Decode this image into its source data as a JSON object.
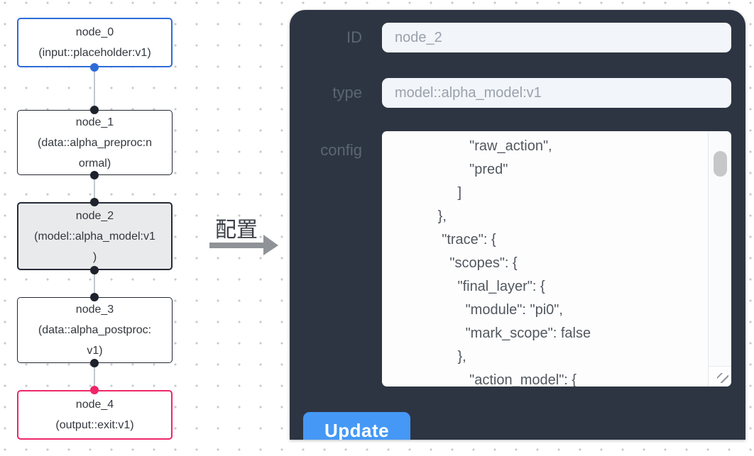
{
  "flow": {
    "nodes": [
      {
        "title": "node_0",
        "subtitle": "(input::placeholder:v1)",
        "role": "input"
      },
      {
        "title": "node_1",
        "subtitle": "(data::alpha_preproc:n\normal)",
        "role": "data"
      },
      {
        "title": "node_2",
        "subtitle": "(model::alpha_model:v1\n)",
        "role": "model-selected"
      },
      {
        "title": "node_3",
        "subtitle": "(data::alpha_postproc:\nv1)",
        "role": "data"
      },
      {
        "title": "node_4",
        "subtitle": "(output::exit:v1)",
        "role": "output"
      }
    ]
  },
  "transition": {
    "label": "配置"
  },
  "panel": {
    "id_label": "ID",
    "id_value": "node_2",
    "type_label": "type",
    "type_value": "model::alpha_model:v1",
    "config_label": "config",
    "config_text": "                    \"raw_action\",\n                    \"pred\"\n                 ]\n            },\n             \"trace\": {\n               \"scopes\": {\n                 \"final_layer\": {\n                   \"module\": \"pi0\",\n                   \"mark_scope\": false\n                 },\n                    \"action_model\": {",
    "update_label": "Update"
  },
  "colors": {
    "panel_bg": "#2d3542",
    "node_border_default": "#23272f",
    "node_border_input": "#2e6bd8",
    "node_border_output": "#ee2668",
    "node_selected_bg": "#e9eaec",
    "update_button": "#4598f5",
    "arrow": "#8f9296"
  }
}
